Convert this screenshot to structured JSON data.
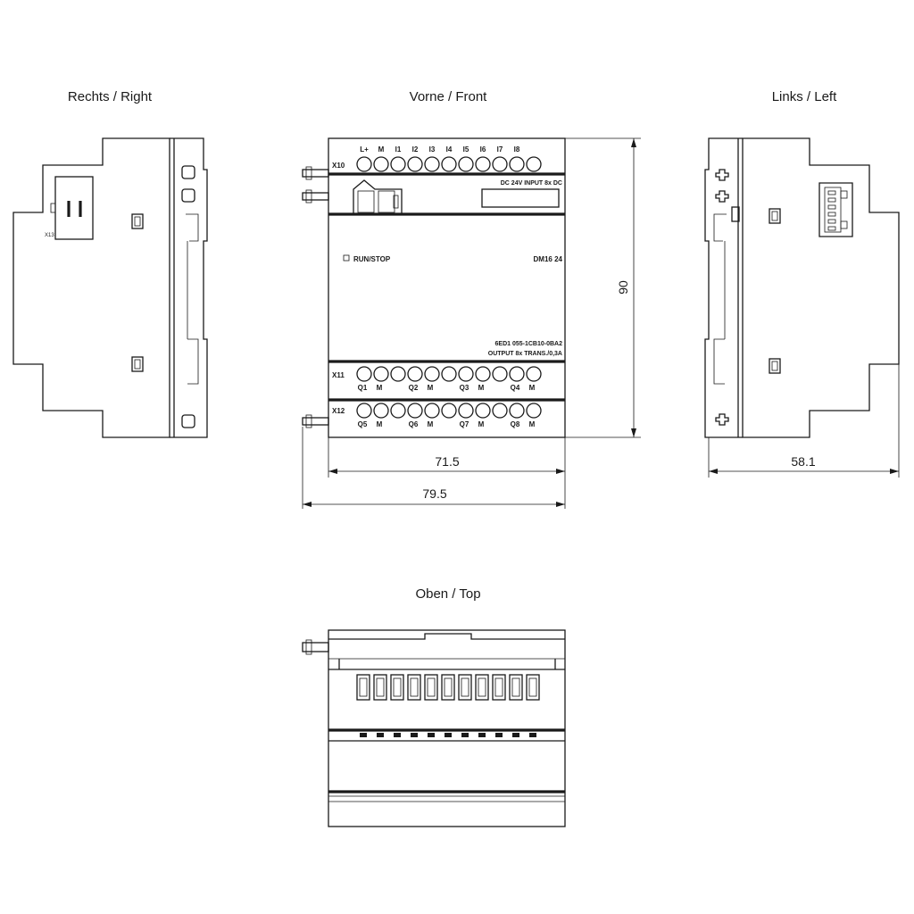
{
  "views": {
    "right": {
      "title": "Rechts / Right",
      "connector_label": "X13"
    },
    "front": {
      "title": "Vorne / Front",
      "x10": {
        "name": "X10",
        "labels": [
          "L+",
          "M",
          "I1",
          "I2",
          "I3",
          "I4",
          "I5",
          "I6",
          "I7",
          "I8"
        ]
      },
      "input_spec": "DC 24V INPUT 8x DC",
      "run_stop": "RUN/STOP",
      "model": "DM16 24",
      "order_number": "6ED1 055-1CB10-0BA2",
      "output_spec": "OUTPUT 8x TRANS./0,3A",
      "x11": {
        "name": "X11",
        "labels": [
          "Q1",
          "M",
          "Q2",
          "M",
          "Q3",
          "M",
          "Q4",
          "M"
        ]
      },
      "x12": {
        "name": "X12",
        "labels": [
          "Q5",
          "M",
          "Q6",
          "M",
          "Q7",
          "M",
          "Q8",
          "M"
        ]
      }
    },
    "left": {
      "title": "Links / Left"
    },
    "top": {
      "title": "Oben / Top"
    }
  },
  "dimensions": {
    "front_width": "71.5",
    "overall_width": "79.5",
    "height": "90",
    "depth": "58.1"
  }
}
